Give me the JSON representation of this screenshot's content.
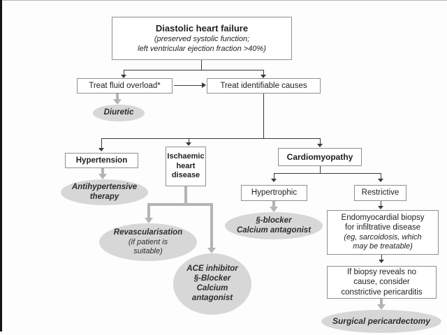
{
  "colors": {
    "ellipse_fill": "#d7d7d7",
    "box_border": "#8f8f8f",
    "gray_arrow": "#b4b4b4",
    "line": "#3a3a3a",
    "text": "#1f1f1f"
  },
  "boxes": {
    "diastolic": {
      "title": "Diastolic heart failure",
      "subtitle1": "(preserved systolic function;",
      "subtitle2": "left ventricular ejection fraction >40%)"
    },
    "treat_fluid": {
      "label": "Treat fluid overload*"
    },
    "treat_causes": {
      "label": "Treat identifiable causes"
    },
    "hypertension": {
      "label": "Hypertension"
    },
    "ischaemic": {
      "lines": [
        "Ischaemic",
        "heart",
        "disease"
      ]
    },
    "cardiomyopathy": {
      "label": "Cardiomyopathy"
    },
    "hypertrophic": {
      "label": "Hypertrophic"
    },
    "restrictive": {
      "label": "Restrictive"
    },
    "biopsy": {
      "lines": [
        "Endomyocardial biopsy",
        "for infiltrative disease"
      ],
      "italic_lines": [
        "(eg, sarcoidosis, which",
        "may be treatable)"
      ]
    },
    "if_biopsy": {
      "lines": [
        "If biopsy reveals no",
        "cause, consider",
        "constrictive pericarditis"
      ]
    }
  },
  "treatments": {
    "diuretic": {
      "label": "Diuretic"
    },
    "antihypertensive": {
      "lines": [
        "Antihypertensive",
        "therapy"
      ]
    },
    "revascularisation": {
      "title": "Revascularisation",
      "italic_lines": [
        "(if patient is",
        "suitable)"
      ]
    },
    "beta_calcium": {
      "lines": [
        "§-blocker",
        "Calcium antagonist"
      ]
    },
    "ace_combo": {
      "lines": [
        "ACE inhibitor",
        "§-Blocker",
        "Calcium",
        "antagonist"
      ]
    },
    "surgical": {
      "label": "Surgical pericardectomy"
    }
  }
}
